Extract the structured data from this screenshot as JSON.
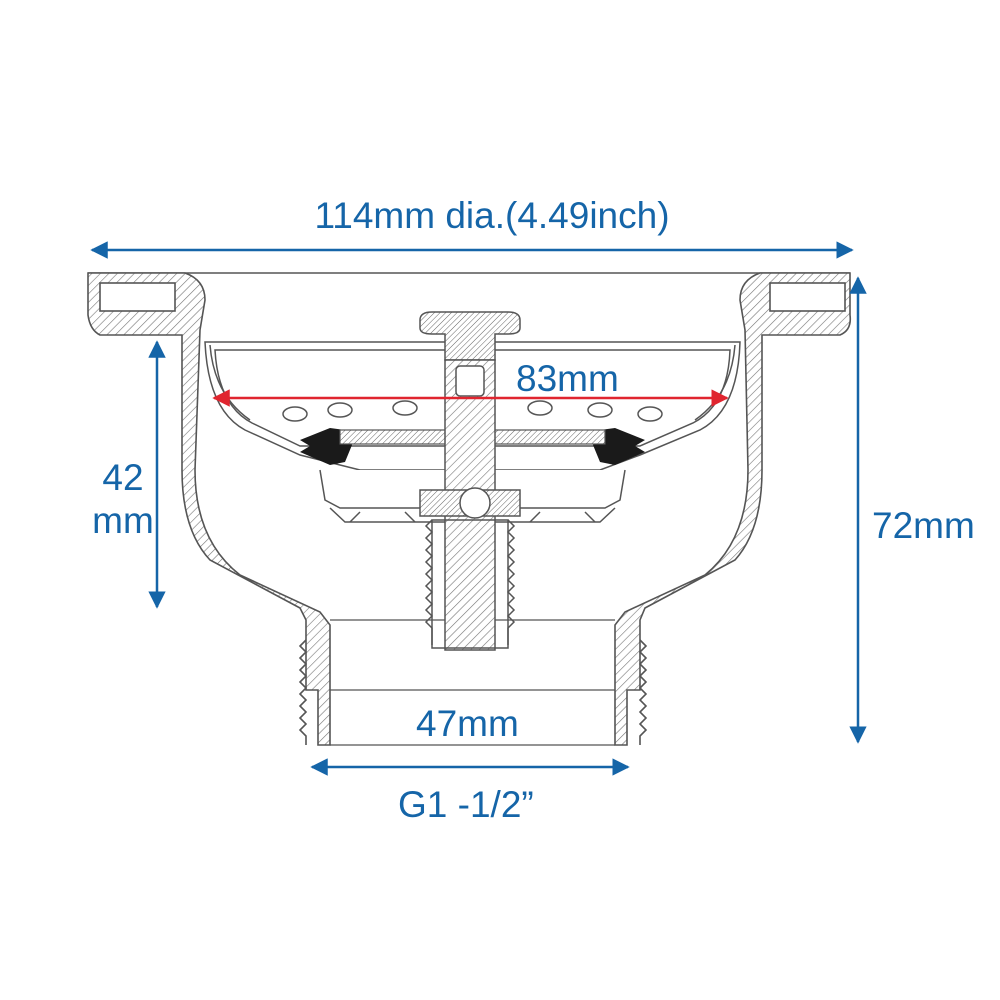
{
  "dimensions": {
    "overall_diameter": "114mm dia.(4.49inch)",
    "basket_diameter": "83mm",
    "basket_depth_value": "42",
    "basket_depth_unit": "mm",
    "overall_height": "72mm",
    "outlet_diameter": "47mm",
    "thread_spec": "G1 -1/2”"
  },
  "colors": {
    "dimension": "#1565a8",
    "highlight": "#e0252f",
    "outline": "#555555"
  }
}
